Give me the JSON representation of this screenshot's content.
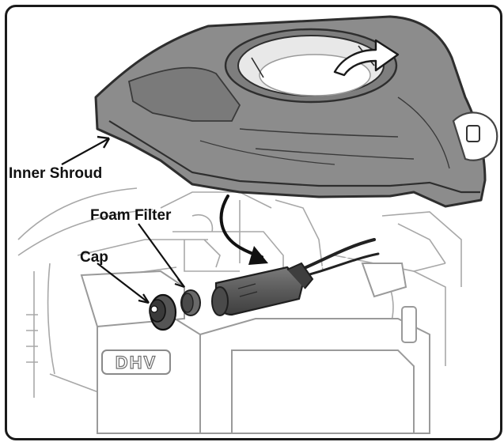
{
  "labels": {
    "inner_shroud": "Inner Shroud",
    "foam_filter": "Foam Filter",
    "cap": "Cap"
  },
  "engine_emboss": "DHV",
  "colors": {
    "shroud_fill": "#8c8c8c",
    "shroud_dark": "#555555",
    "tube_fill": "#5f5f5f",
    "line_art": "#9a9a9a",
    "label_text": "#111111"
  },
  "icons": {
    "rotate_arrow": "curved-arrow-icon",
    "insert_arrow": "curved-arrow-icon"
  }
}
